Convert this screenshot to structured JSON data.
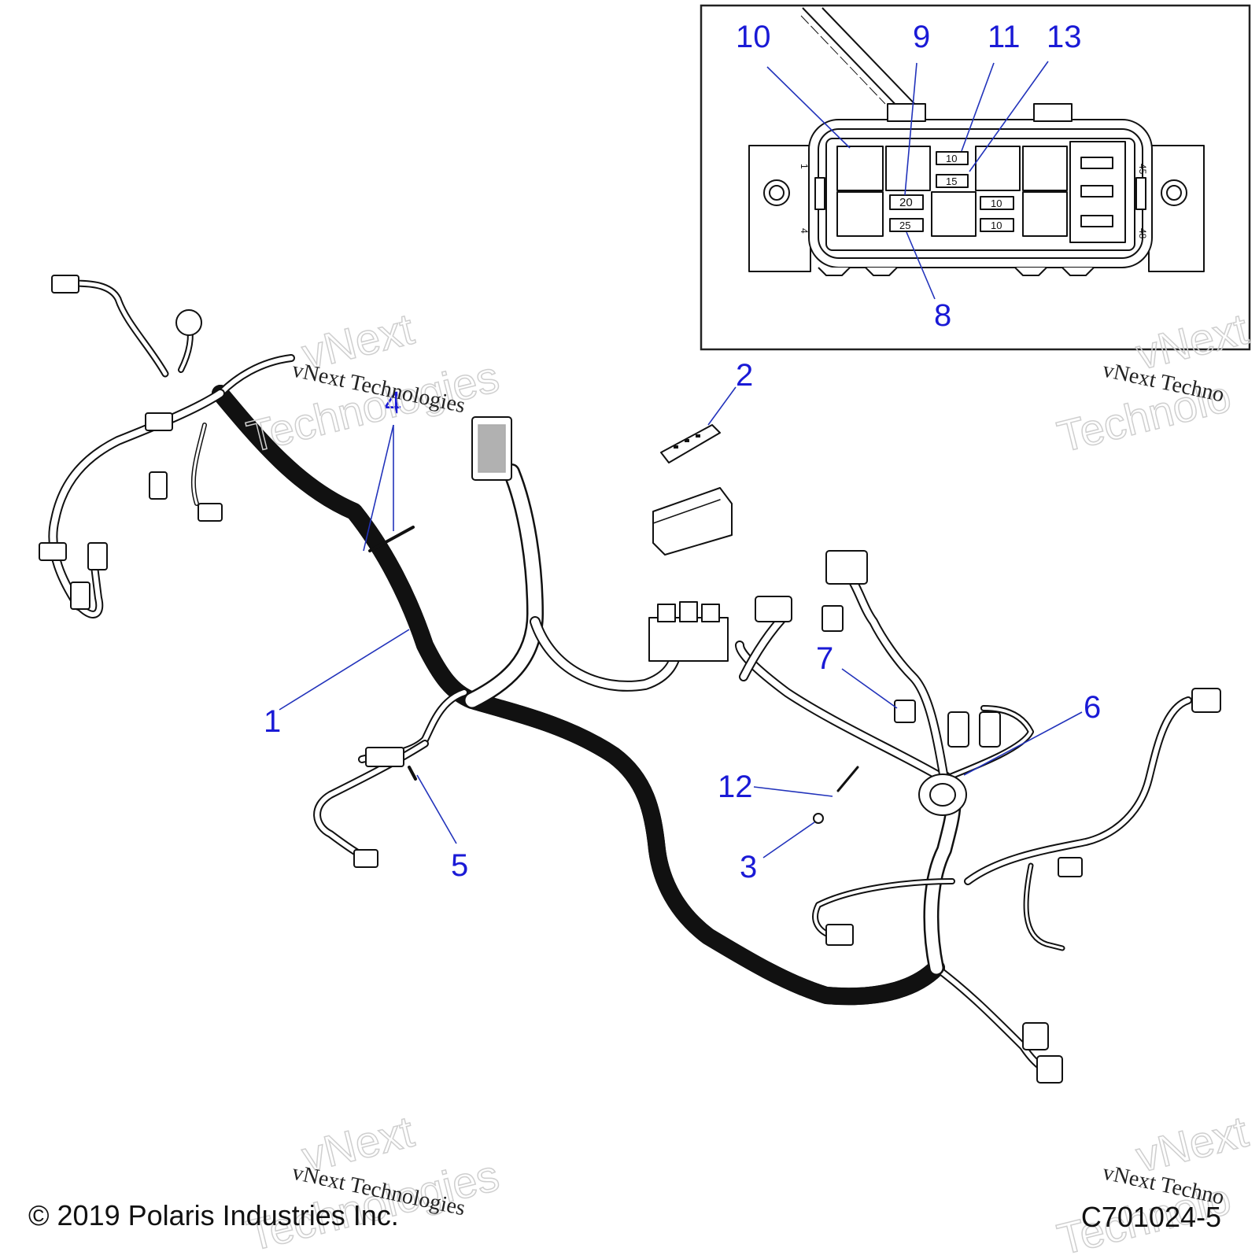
{
  "callouts": [
    {
      "id": "1",
      "label": "1"
    },
    {
      "id": "2",
      "label": "2"
    },
    {
      "id": "3",
      "label": "3"
    },
    {
      "id": "4",
      "label": "4"
    },
    {
      "id": "5",
      "label": "5"
    },
    {
      "id": "6",
      "label": "6"
    },
    {
      "id": "7",
      "label": "7"
    },
    {
      "id": "8",
      "label": "8"
    },
    {
      "id": "9",
      "label": "9"
    },
    {
      "id": "10",
      "label": "10"
    },
    {
      "id": "11",
      "label": "11"
    },
    {
      "id": "12",
      "label": "12"
    },
    {
      "id": "13",
      "label": "13"
    }
  ],
  "fuse_box": {
    "fuse_ratings": [
      "10",
      "15",
      "20",
      "25",
      "10",
      "10"
    ],
    "pin_labels": [
      "1",
      "4",
      "45",
      "48"
    ]
  },
  "watermark": {
    "line1": "vNext Technologies",
    "line2a": "vNext",
    "line2b": "Technologies",
    "line_right": "vNext Techno",
    "line_right2a": "vNext",
    "line_right2b": "Technolo"
  },
  "footer": {
    "copyright": "© 2019 Polaris Industries Inc.",
    "drawing_id": "C701024-5"
  },
  "colors": {
    "callout": "#1a1ad6",
    "line": "#111111"
  }
}
